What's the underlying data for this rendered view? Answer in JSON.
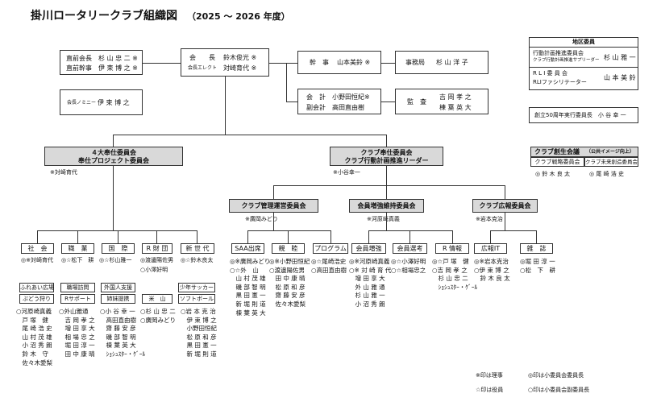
{
  "title": "掛川ロータリークラブ組織図",
  "period": "（2025 〜 2026 年度）",
  "advisors": [
    "直前会長　杉 山 忠 二 ※",
    "直前幹事　伊 束 博 之 ※"
  ],
  "president": {
    "line1_label": "会　　長",
    "line1_name": "鈴木俊光 ※",
    "line2_label": "会長エレクト",
    "line2_name": "対崎育代 ※"
  },
  "nominee": {
    "label": "会長ノミニー",
    "name": "伊 束 博 之"
  },
  "secretary": {
    "label": "幹　事",
    "name": "山本美鈴 ※"
  },
  "office": {
    "label": "事務局",
    "name": "杉 山 洋 子"
  },
  "treasurer": {
    "line1": "会　計　小野田恒紀※",
    "line2": "副会計　高田直由樹"
  },
  "audit": {
    "label": "監　査",
    "line1": "吉 岡 孝 之",
    "line2": "棟 葉 英 大"
  },
  "district": {
    "header": "地区委員",
    "r1_role": "行動計画推進委員会",
    "r1_role2": "クラブ行動計画推進サプリーダー",
    "r1_name": "杉 山 雅 一",
    "r2_role": "R L I 委 員 会",
    "r2_role2": "RLIファシリテーター",
    "r2_name": "山 本 美 鈴",
    "r3": "創立50周年実行委員長　小 谷 幸 一"
  },
  "service": {
    "line1": "４大奉仕委員会",
    "line2": "奉仕プロジェクト委員会",
    "chair": "※対崎育代"
  },
  "club_service": {
    "line1": "クラブ奉仕委員会",
    "line2": "クラブ行動計画推進リーダー",
    "chair": "※小谷幸一"
  },
  "founding": {
    "title": "クラブ創生会議",
    "title_sub": "（公共イメージ向上）",
    "sub1": "クラブ戦略委員会",
    "sub2": "クラブ未来創造委員会",
    "m1": "◎ 鈴 木 良 太",
    "m2": "◎ 尾 崎 浩 史"
  },
  "mid_committees": [
    {
      "name": "クラブ管理運営委員会",
      "chair": "※廣岡みどり"
    },
    {
      "name": "会員増強維持委員会",
      "chair": "※河原崎真義"
    },
    {
      "name": "クラブ広報委員会",
      "chair": "※岩本克治"
    }
  ],
  "service_cols": [
    {
      "name": "社　会",
      "lead": "◎※対崎育代",
      "tags": [
        "ふれあい広場",
        "ぶどう狩り"
      ],
      "members": "○河原崎真義\n　戸 塚　健\n　尾 崎 浩 史\n　山 村 茂 雄\n　小 沼 秀 朗\n　鈴 木　守\n　佐々木愛梨"
    },
    {
      "name": "職　業",
      "lead": "◎☆松下　耕",
      "tags": [
        "職場訪問",
        "Rサポート"
      ],
      "members": "○外山雅通\n　吉 岡 孝 之\n　増 田 享 大\n　相 場 忠 之\n　堀 田 淳 一\n　田 中 康 晴"
    },
    {
      "name": "国　際",
      "lead": "◎☆杉山雅一",
      "tags": [
        "外国人支援",
        "姉妹提携"
      ],
      "members": "○小 谷 幸 一\n　高田直由樹\n　齋 藤 安 彦\n　磯 部 智 明\n　棟 葉 英 大\n　ｼｮｼｭｽﾀｰ・ｹﾞｰﾙ"
    },
    {
      "name": "R 財 団",
      "lead": "◎渡邊陽佐男",
      "lead2": "○小澤好明",
      "tags": [
        "米　山"
      ],
      "members": "○杉 山 忠 二\n○廣岡みどり"
    },
    {
      "name": "新 世 代",
      "lead": "◎☆鈴木良太",
      "tags": [
        "少年サッカー",
        "ソフトボール"
      ],
      "members": "○岩 本 克 治\n　伊 束 博 之\n　小野田恒紀\n　松 原 和 彦\n　黒 田 憲 一\n　新 堀 則 道"
    }
  ],
  "club_cols": [
    {
      "name": "SAA出席",
      "members": "◎※廣岡みどり\n○☆外　山\n　山 村 茂 雄\n　磯 部 智 明\n　黒 田 憲 一\n　新 堀 則 道\n　棟 葉 英 大"
    },
    {
      "name": "親　睦",
      "members": "◎※小野田恒紀\n○渡邊陽佐男\n　田 中 康 晴\n　松 原 和 彦\n　齋 藤 安 彦\n　佐々木愛梨"
    },
    {
      "name": "プログラム",
      "members": "◎☆尾崎浩史\n○高田直由樹"
    },
    {
      "name": "会員増強",
      "members": "◎※河原崎真義\n○※ 対 崎 育 代\n　増 田 享 大\n　外 山 雅 通\n　杉 山 雅 一\n　小 沼 秀 朗"
    },
    {
      "name": "会員選考",
      "members": "◎☆小澤好明\n○☆相場忠之"
    },
    {
      "name": "R 情報",
      "members": "◎☆戸 塚　健\n○吉 岡 孝 之\n　杉 山 忠 二\n　ｼｮｼｭｽﾀｰ・ｹﾞｰﾙ"
    },
    {
      "name": "広報IT",
      "members": "◎※岩本克治\n○伊 束 博 之\n　鈴 木 良 太"
    },
    {
      "name": "雑　誌",
      "members": "◎堀 田 淳 一\n○松　下　耕"
    }
  ],
  "legend": [
    "※印は理事",
    "◎印は小委員会委員長",
    "☆印は役員",
    "○印は小委員会副委員長"
  ]
}
